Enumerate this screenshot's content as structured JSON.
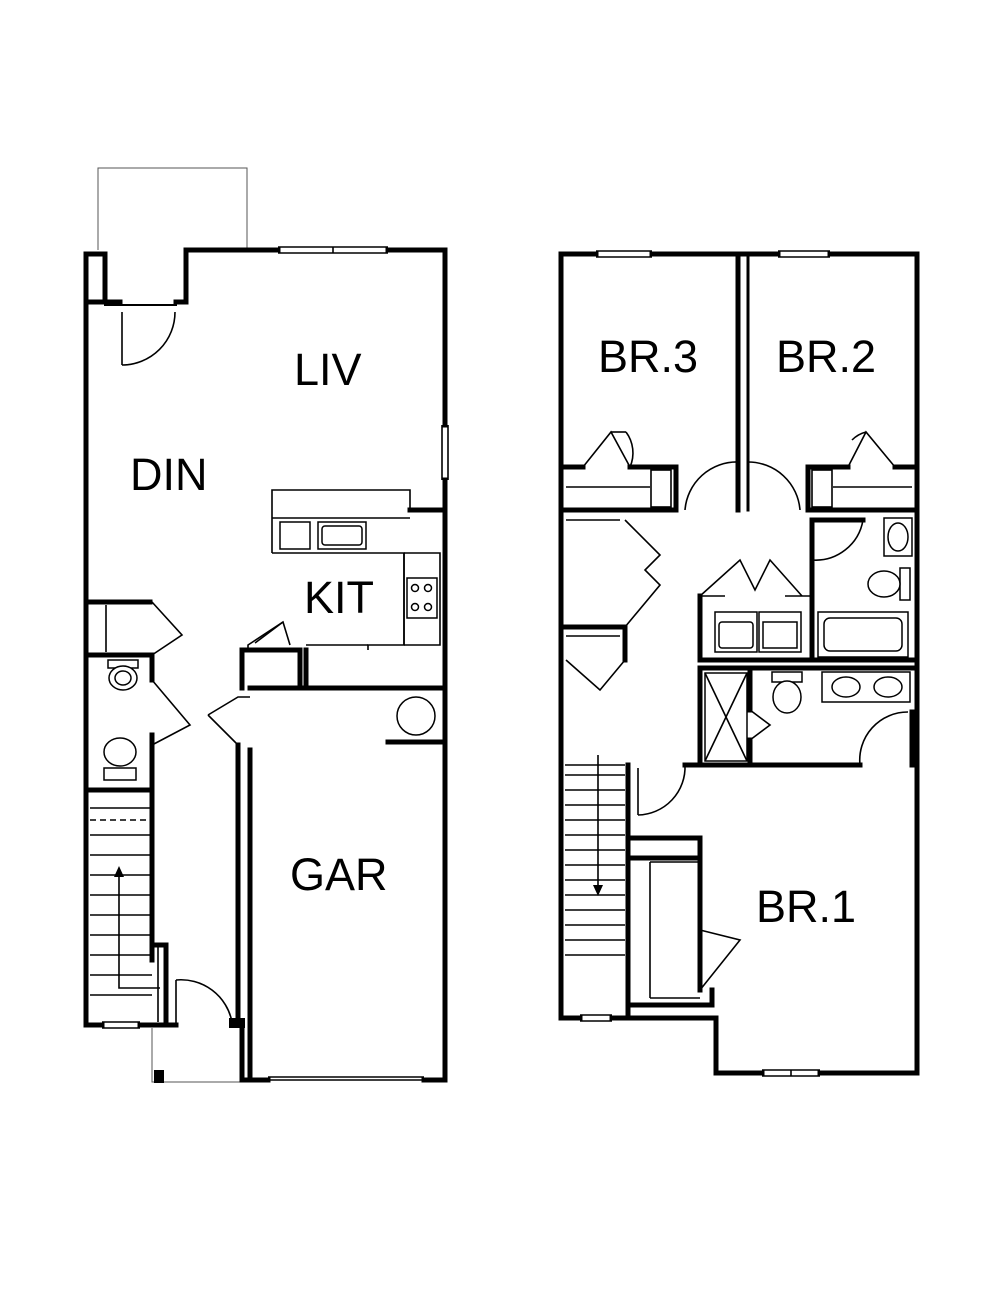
{
  "floors": [
    {
      "name": "first-floor",
      "rooms": [
        {
          "id": "liv",
          "label": "LIV"
        },
        {
          "id": "din",
          "label": "DIN"
        },
        {
          "id": "kit",
          "label": "KIT"
        },
        {
          "id": "gar",
          "label": "GAR"
        }
      ]
    },
    {
      "name": "second-floor",
      "rooms": [
        {
          "id": "br3",
          "label": "BR.3"
        },
        {
          "id": "br2",
          "label": "BR.2"
        },
        {
          "id": "br1",
          "label": "BR.1"
        }
      ]
    }
  ]
}
